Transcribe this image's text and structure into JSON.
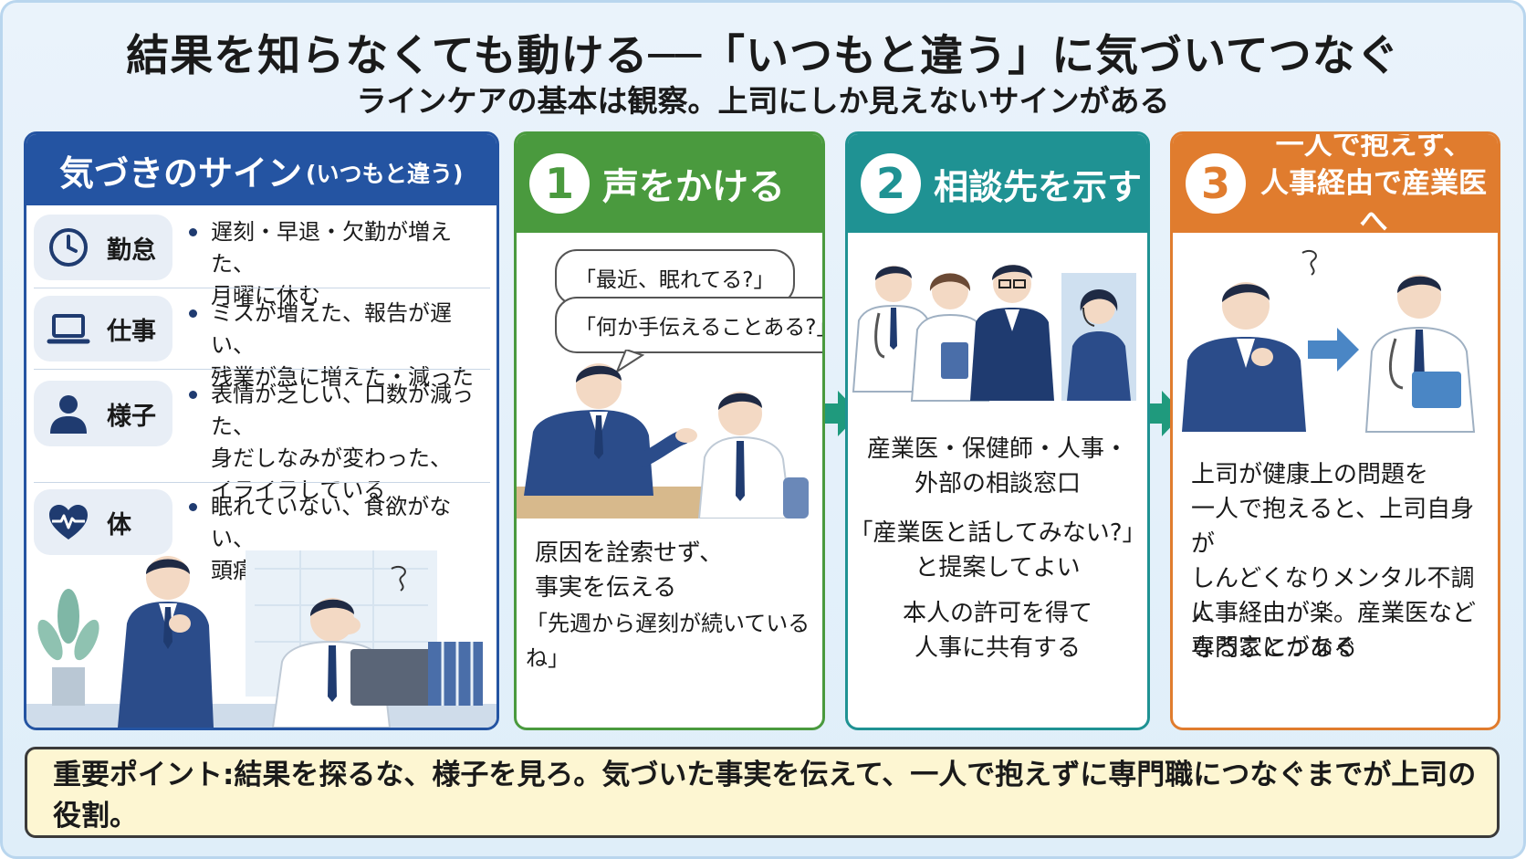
{
  "title": "結果を知らなくても動ける──「いつもと違う」に気づいてつなぐ",
  "subtitle": "ラインケアの基本は観察。上司にしか見えないサインがある",
  "signs": {
    "heading": "気づきのサイン",
    "heading_small": "(いつもと違う)",
    "items": [
      {
        "label": "勤怠",
        "icon": "clock-icon",
        "line1": "遅刻・早退・欠勤が増えた、",
        "line2": "月曜に休む",
        "line3": ""
      },
      {
        "label": "仕事",
        "icon": "laptop-icon",
        "line1": "ミスが増えた、報告が遅い、",
        "line2": "残業が急に増えた・減った",
        "line3": ""
      },
      {
        "label": "様子",
        "icon": "person-icon",
        "line1": "表情が乏しい、口数が減った、",
        "line2": "身だしなみが変わった、",
        "line3": "イライラしている"
      },
      {
        "label": "体",
        "icon": "heart-pulse-icon",
        "line1": "眠れていない、食欲がない、",
        "line2": "頭痛や腹痛を訴える",
        "line3": ""
      }
    ]
  },
  "step1": {
    "num": "1",
    "heading": "声をかける",
    "bubble1": "「最近、眠れてる?」",
    "bubble2": "「何か手伝えることある?」",
    "text1": "原因を詮索せず、",
    "text2": "事実を伝える",
    "quote": "「先週から遅刻が続いているね」"
  },
  "step2": {
    "num": "2",
    "heading": "相談先を示す",
    "text1": "産業医・保健師・人事・",
    "text2": "外部の相談窓口",
    "text3": "「産業医と話してみない?」",
    "text4": "と提案してよい",
    "text5": "本人の許可を得て",
    "text6": "人事に共有する"
  },
  "step3": {
    "num": "3",
    "heading1": "一人で抱えず、",
    "heading2": "人事経由で産業医へ",
    "text1": "上司が健康上の問題を",
    "text2": "一人で抱えると、上司自身が",
    "text3": "しんどくなりメンタル不調に",
    "text4": "なることがある",
    "text5": "人事経由が楽。産業医など",
    "text6": "専門家につなぐ"
  },
  "bottom": "重要ポイント:結果を探るな、様子を見ろ。気づいた事実を伝えて、一人で抱えずに専門職につなぐまでが上司の役割。",
  "colors": {
    "blue": "#2454a2",
    "green": "#4a9a3e",
    "teal": "#1f9293",
    "orange": "#e07c2e",
    "bottom_bg": "#fdf6d2"
  }
}
